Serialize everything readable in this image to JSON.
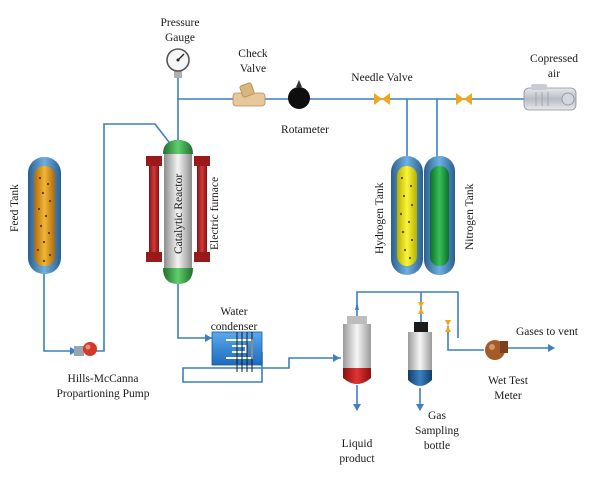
{
  "labels": {
    "feed_tank": "Feed Tank",
    "pump_line1": "Hills-McCanna",
    "pump_line2": "Propartioning Pump",
    "pressure_line1": "Pressure",
    "pressure_line2": "Gauge",
    "check_line1": "Check",
    "check_line2": "Valve",
    "rotameter": "Rotameter",
    "needle_valve": "Needle Valve",
    "air_line1": "Copressed",
    "air_line2": "air",
    "reactor": "Catalytic Reactor",
    "furnace": "Electric furnace",
    "hydrogen_tank": "Hydrogen Tank",
    "nitrogen_tank": "Nitrogen Tank",
    "condenser_line1": "Water",
    "condenser_line2": "condenser",
    "liquid_line1": "Liquid",
    "liquid_line2": "product",
    "gas_line1": "Gas",
    "gas_line2": "Sampling",
    "gas_line3": "bottle",
    "meter_line1": "Wet Test",
    "meter_line2": "Meter",
    "vent": "Gases to vent"
  },
  "colors": {
    "pipe": "#3c7fc4",
    "feed_fill": "#e0a020",
    "hydrogen_fill": "#f2ea1a",
    "nitrogen_fill": "#26a446",
    "furnace": "#c0282c",
    "valve": "#f0a818",
    "liquid": "#c8201e",
    "gas_bottle": "#1f5f9a",
    "condenser": "#2e86d8",
    "reactor_cap": "#3aa048",
    "pump": "#d03a28",
    "meter": "#a55a2a"
  }
}
